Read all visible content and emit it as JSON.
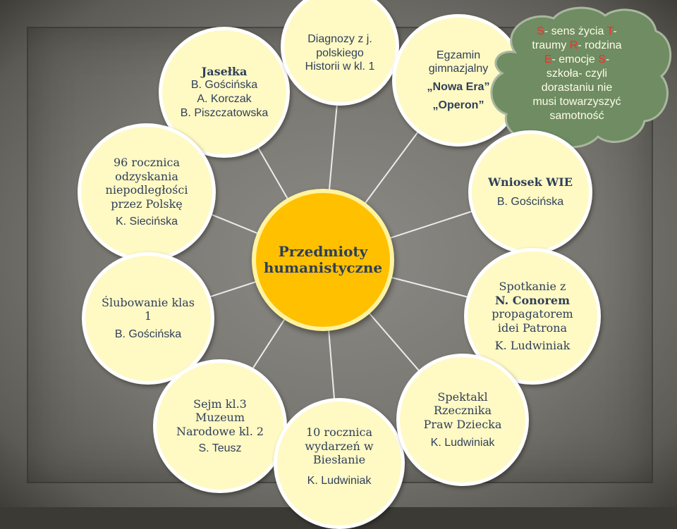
{
  "center": {
    "line1": "Przedmioty",
    "line2": "humanistyczne"
  },
  "nodes": {
    "jaselka": {
      "title": "Jasełka",
      "lines": [
        "B. Gościńska",
        "A. Korczak",
        "B. Piszczatowska"
      ]
    },
    "diagnozy": {
      "lines": [
        "Diagnozy  z j.",
        "polskiego",
        "Historii w kl. 1"
      ]
    },
    "egzamin": {
      "lines": [
        "Egzamin",
        "gimnazjalny"
      ],
      "bold": [
        "„Nowa Era”",
        "„Operon”"
      ]
    },
    "rocznica96": {
      "lines": [
        "96 rocznica",
        "odzyskania",
        "niepodległości",
        "przez Polskę",
        "K. Siecińska"
      ]
    },
    "wniosek": {
      "title": "Wniosek WIE",
      "lines": [
        "B. Gościńska"
      ]
    },
    "slubowanie": {
      "lines": [
        "Ślubowanie klas",
        "1",
        "B. Gościńska"
      ]
    },
    "spotkanie": {
      "line1": "Spotkanie z",
      "bold": "N. Conorem",
      "lines": [
        "propagatorem",
        "idei Patrona",
        "K. Ludwiniak"
      ]
    },
    "sejm": {
      "lines": [
        "Sejm kl.3",
        "Muzeum",
        "Narodowe kl. 2",
        "S. Teusz"
      ]
    },
    "rocznica10": {
      "lines": [
        "10 rocznica",
        "wydarzeń w",
        "Biesłanie",
        "K. Ludwiniak"
      ]
    },
    "spektakl": {
      "lines": [
        "Spektakl",
        "Rzecznika",
        "Praw Dziecka",
        "K. Ludwiniak"
      ]
    }
  },
  "cloud": {
    "l1a": "S",
    "l1b": "- sens życia ",
    "l1c": "T",
    "l1d": "-",
    "l2a": "traumy ",
    "l2b": "R",
    "l2c": "- rodzina",
    "l3a": "E",
    "l3b": "- emocje ",
    "l3c": "S",
    "l3d": "-",
    "l4": "szkoła- czyli",
    "l5": "dorastaniu nie",
    "l6": "musi towarzyszyć",
    "l7": "samotność"
  },
  "colors": {
    "node_fill": "#fff9c4",
    "center_fill": "#ffc000",
    "cloud_fill": "#6f8c62",
    "text": "#2f3f5a",
    "accent_red": "#ff2a2a"
  }
}
